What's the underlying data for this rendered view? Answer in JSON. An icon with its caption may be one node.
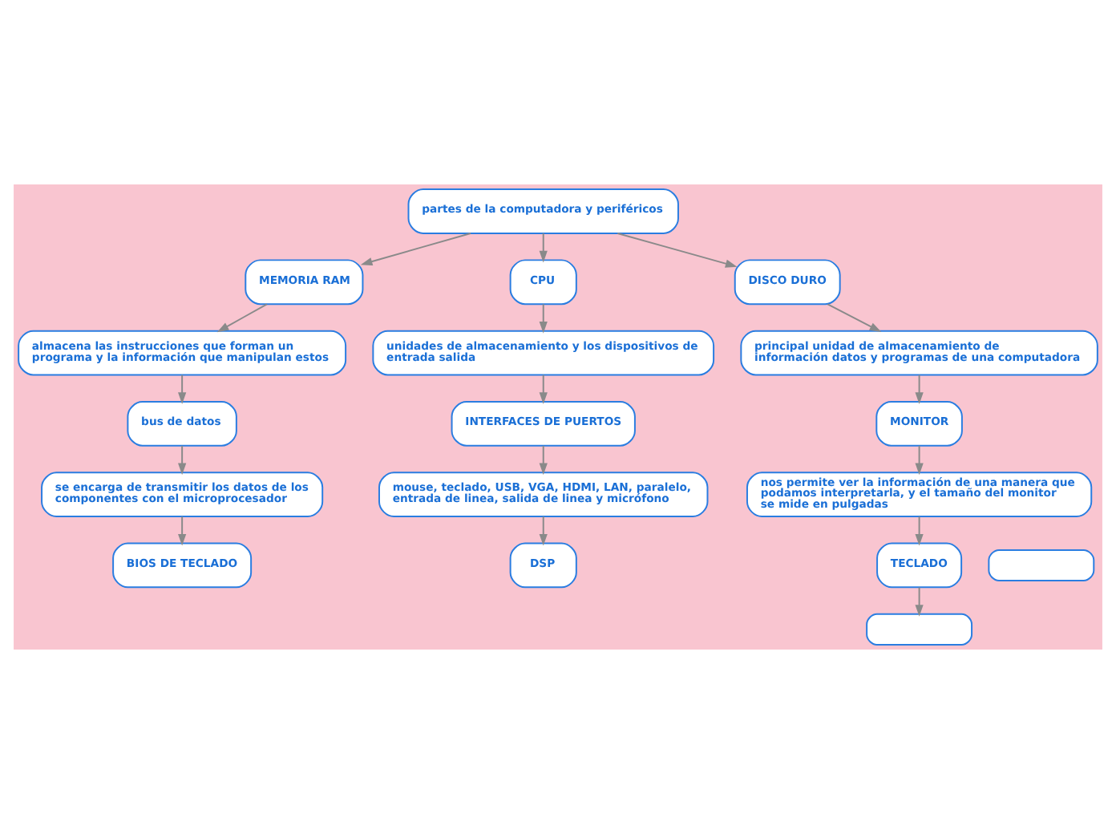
{
  "diagram": {
    "nodes": [
      {
        "text": [
          "partes de la computadora y periféricos"
        ]
      },
      {
        "text": [
          "MEMORIA RAM"
        ]
      },
      {
        "text": [
          "CPU"
        ]
      },
      {
        "text": [
          "DISCO DURO"
        ]
      },
      {
        "text": [
          "almacena las instrucciones que forman un programa y la información que manipulan estos"
        ]
      },
      {
        "text": [
          "bus de datos"
        ]
      },
      {
        "text": [
          "se encarga de transmitir los datos de los componentes con el microprocesador"
        ]
      },
      {
        "text": [
          "BIOS DE TECLADO"
        ]
      },
      {
        "text": [
          "unidades de almacenamiento y los dispositivos de entrada salida"
        ]
      },
      {
        "text": [
          "INTERFACES DE PUERTOS"
        ]
      },
      {
        "text": [
          "mouse, teclado, USB, VGA, HDMI, LAN, paralelo, entrada de linea, salida de linea y micrófono"
        ]
      },
      {
        "text": [
          "DSP"
        ]
      },
      {
        "text": [],
        "shape": "box"
      },
      {
        "text": [
          "principal unidad de almacenamiento de información datos y programas de una computadora"
        ]
      },
      {
        "text": [
          "MONITOR"
        ]
      },
      {
        "text": [
          "nos permite ver la información de una manera que podamos interpretarla, y el tamaño del monitor se mide en pulgadas"
        ]
      },
      {
        "text": [
          "TECLADO"
        ]
      },
      {
        "text": [],
        "shape": "box"
      }
    ],
    "edges": [
      {
        "from": 0,
        "to": 1,
        "arrow": "to"
      },
      {
        "from": 0,
        "to": 2,
        "arrow": "to"
      },
      {
        "from": 0,
        "to": 3,
        "arrow": "to"
      },
      {
        "from": 1,
        "to": 4,
        "arrow": "to"
      },
      {
        "from": 4,
        "to": 5,
        "arrow": "to"
      },
      {
        "from": 5,
        "to": 6,
        "arrow": "to"
      },
      {
        "from": 6,
        "to": 7,
        "arrow": "to"
      },
      {
        "from": 2,
        "to": 8,
        "arrow": "to"
      },
      {
        "from": 8,
        "to": 9,
        "arrow": "to"
      },
      {
        "from": 9,
        "to": 10,
        "arrow": "to"
      },
      {
        "from": 10,
        "to": 11,
        "arrow": "to"
      },
      {
        "from": 3,
        "to": 13,
        "arrow": "to"
      },
      {
        "from": 13,
        "to": 14,
        "arrow": "to"
      },
      {
        "from": 14,
        "to": 15,
        "arrow": "to"
      },
      {
        "from": 15,
        "to": 16,
        "arrow": "to"
      },
      {
        "from": 16,
        "to": 17,
        "arrow": "to"
      }
    ]
  }
}
